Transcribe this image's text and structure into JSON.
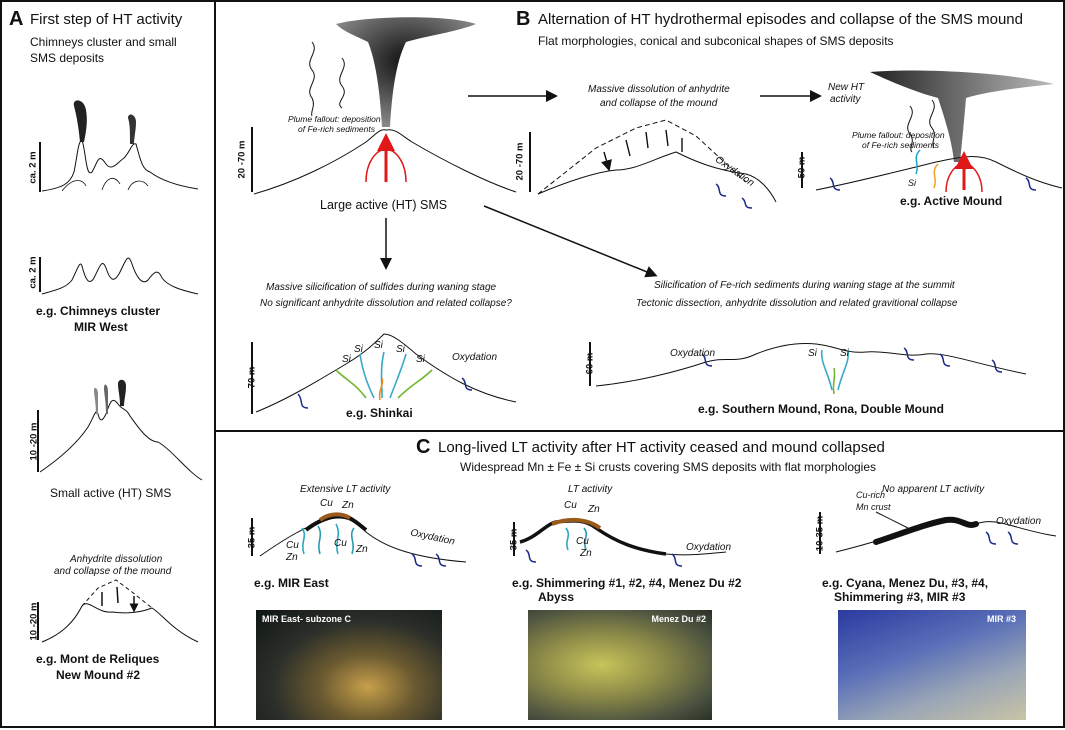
{
  "panelA": {
    "letter": "A",
    "title": "First step of HT activity",
    "subtitle_line1": "Chimneys cluster and small",
    "subtitle_line2": "SMS deposits",
    "scale1": "ca. 2 m",
    "scale2": "ca. 2 m",
    "eg1_line1": "e.g. Chimneys cluster",
    "eg1_line2": "MIR West",
    "scale3": "10 -20 m",
    "small_sms_label": "Small active (HT) SMS",
    "anhydrite_line1": "Anhydrite dissolution",
    "anhydrite_line2": "and collapse of the mound",
    "scale4": "10 -20 m",
    "eg2_line1": "e.g. Mont de Reliques",
    "eg2_line2": "New Mound #2"
  },
  "panelB": {
    "letter": "B",
    "title": "Alternation of HT hydrothermal episodes and collapse of the SMS mound",
    "subtitle": "Flat morphologies, conical and subconical shapes of SMS deposits",
    "plume_line1": "Plume fallout: deposition",
    "plume_line2": "of Fe-rich sediments",
    "scale_main": "20 -70 m",
    "large_sms_label": "Large active (HT) SMS",
    "dissolution_line1": "Massive dissolution of anhydrite",
    "dissolution_line2": "and collapse of the mound",
    "scale_collapse": "20 -70 m",
    "oxydation": "Oxydation",
    "new_ht_line1": "New HT",
    "new_ht_line2": "activity",
    "plume2_line1": "Plume fallout: deposition",
    "plume2_line2": "of Fe-rich sediments",
    "scale_active": "50 m",
    "si": "Si",
    "eg_active": "e.g. Active Mound",
    "silicification_line1": "Massive silicification of sulfides during waning stage",
    "silicification_line2": "No significant anhydrite dissolution and related collapse?",
    "scale_shinkai": "70 m",
    "eg_shinkai": "e.g. Shinkai",
    "fe_sil_line1": "Silicification of Fe-rich sediments during waning stage at the summit",
    "fe_sil_line2": "Tectonic dissection, anhydrite dissolution and related gravitional collapse",
    "scale_southern": "60 m",
    "eg_southern": "e.g. Southern Mound, Rona, Double Mound"
  },
  "panelC": {
    "letter": "C",
    "title": "Long-lived LT activity after HT activity ceased and mound collapsed",
    "subtitle": "Widespread Mn ± Fe ± Si crusts covering SMS deposits with flat morphologies",
    "extensive_lt": "Extensive LT activity",
    "lt_activity": "LT activity",
    "no_lt": "No apparent LT activity",
    "cu": "Cu",
    "zn": "Zn",
    "scale1": "35 m",
    "scale2": "35 m",
    "scale3": "10-35 m",
    "oxydation": "Oxydation",
    "cu_rich_line1": "Cu-rich",
    "cu_rich_line2": "Mn crust",
    "eg1": "e.g. MIR East",
    "eg2_line1": "e.g. Shimmering #1, #2, #4, Menez Du #2",
    "eg2_line2": "Abyss",
    "eg3_line1": "e.g. Cyana, Menez Du, #3, #4,",
    "eg3_line2": "Shimmering #3, MIR #3",
    "photo1_label": "MIR East- subzone C",
    "photo2_label": "Menez Du #2",
    "photo3_label": "MIR #3"
  }
}
